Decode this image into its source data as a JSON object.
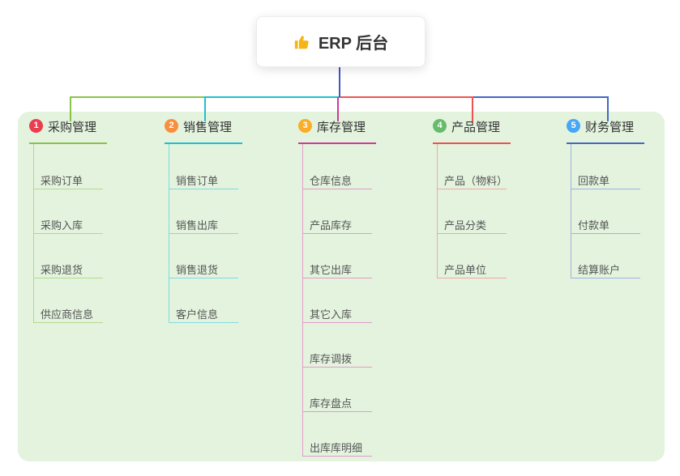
{
  "root": {
    "label": "ERP 后台",
    "icon": "thumbs-up"
  },
  "colors": {
    "panel_bg": "#e3f3de",
    "root_connector": "#4253c9",
    "thumb_icon": "#f5b417"
  },
  "branches": [
    {
      "index": "1",
      "label": "采购管理",
      "color": "#8bc34a",
      "child_color": "#b5d98d",
      "badge_color": "#ea3e4e",
      "children": [
        "采购订单",
        "采购入库",
        "采购退货",
        "供应商信息"
      ]
    },
    {
      "index": "2",
      "label": "销售管理",
      "color": "#1fc0cf",
      "child_color": "#7fdbe0",
      "badge_color": "#f98f3e",
      "children": [
        "销售订单",
        "销售出库",
        "销售退货",
        "客户信息"
      ]
    },
    {
      "index": "3",
      "label": "库存管理",
      "color": "#cf3a9b",
      "child_color": "#e39bc9",
      "badge_color": "#fbad27",
      "children": [
        "仓库信息",
        "产品库存",
        "其它出库",
        "其它入库",
        "库存调拨",
        "库存盘点",
        "出库库明细"
      ]
    },
    {
      "index": "4",
      "label": "产品管理",
      "color": "#ef5350",
      "child_color": "#f3a7a5",
      "badge_color": "#67bb6a",
      "children": [
        "产品（物料）",
        "产品分类",
        "产品单位"
      ]
    },
    {
      "index": "5",
      "label": "财务管理",
      "color": "#4567c4",
      "child_color": "#9fb1e1",
      "badge_color": "#47a7f5",
      "children": [
        "回款单",
        "付款单",
        "结算账户"
      ]
    }
  ]
}
